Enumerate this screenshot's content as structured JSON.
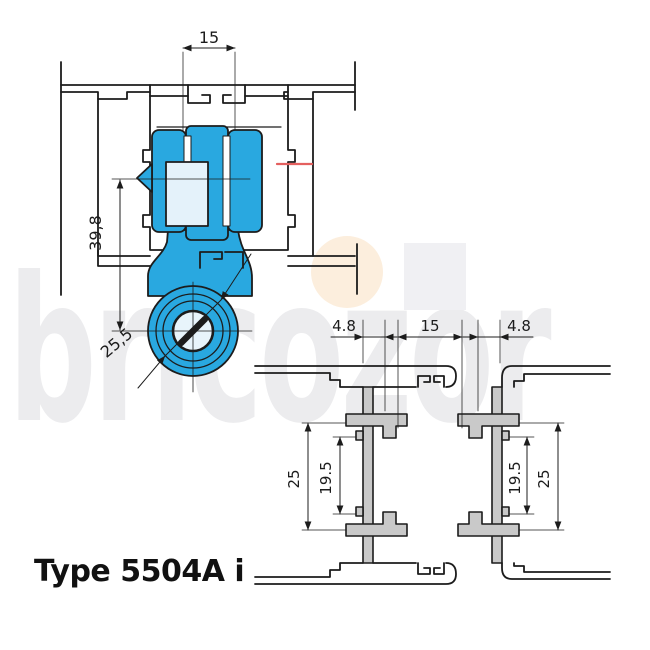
{
  "watermark": {
    "text": "bricozor",
    "text_color": "#ececee",
    "circle_color": "#fceedd",
    "square_color": "#f0f0f3"
  },
  "title": "Type 5504A i",
  "roller_drawing": {
    "dim_top_width": "15",
    "dim_height_left": "39,8",
    "dim_roller_diameter": "25,5",
    "carriage_color": "#29a8e0",
    "marker_color": "#e4605f"
  },
  "track_drawing": {
    "dim_wall_left": "4.8",
    "dim_center_gap": "15",
    "dim_wall_right": "4.8",
    "dim_outer_left": "25",
    "dim_inner_left": "19.5",
    "dim_inner_right": "19.5",
    "dim_outer_right": "25",
    "profile_fill": "#c9c9c9",
    "line_color": "#1c1c1c"
  }
}
